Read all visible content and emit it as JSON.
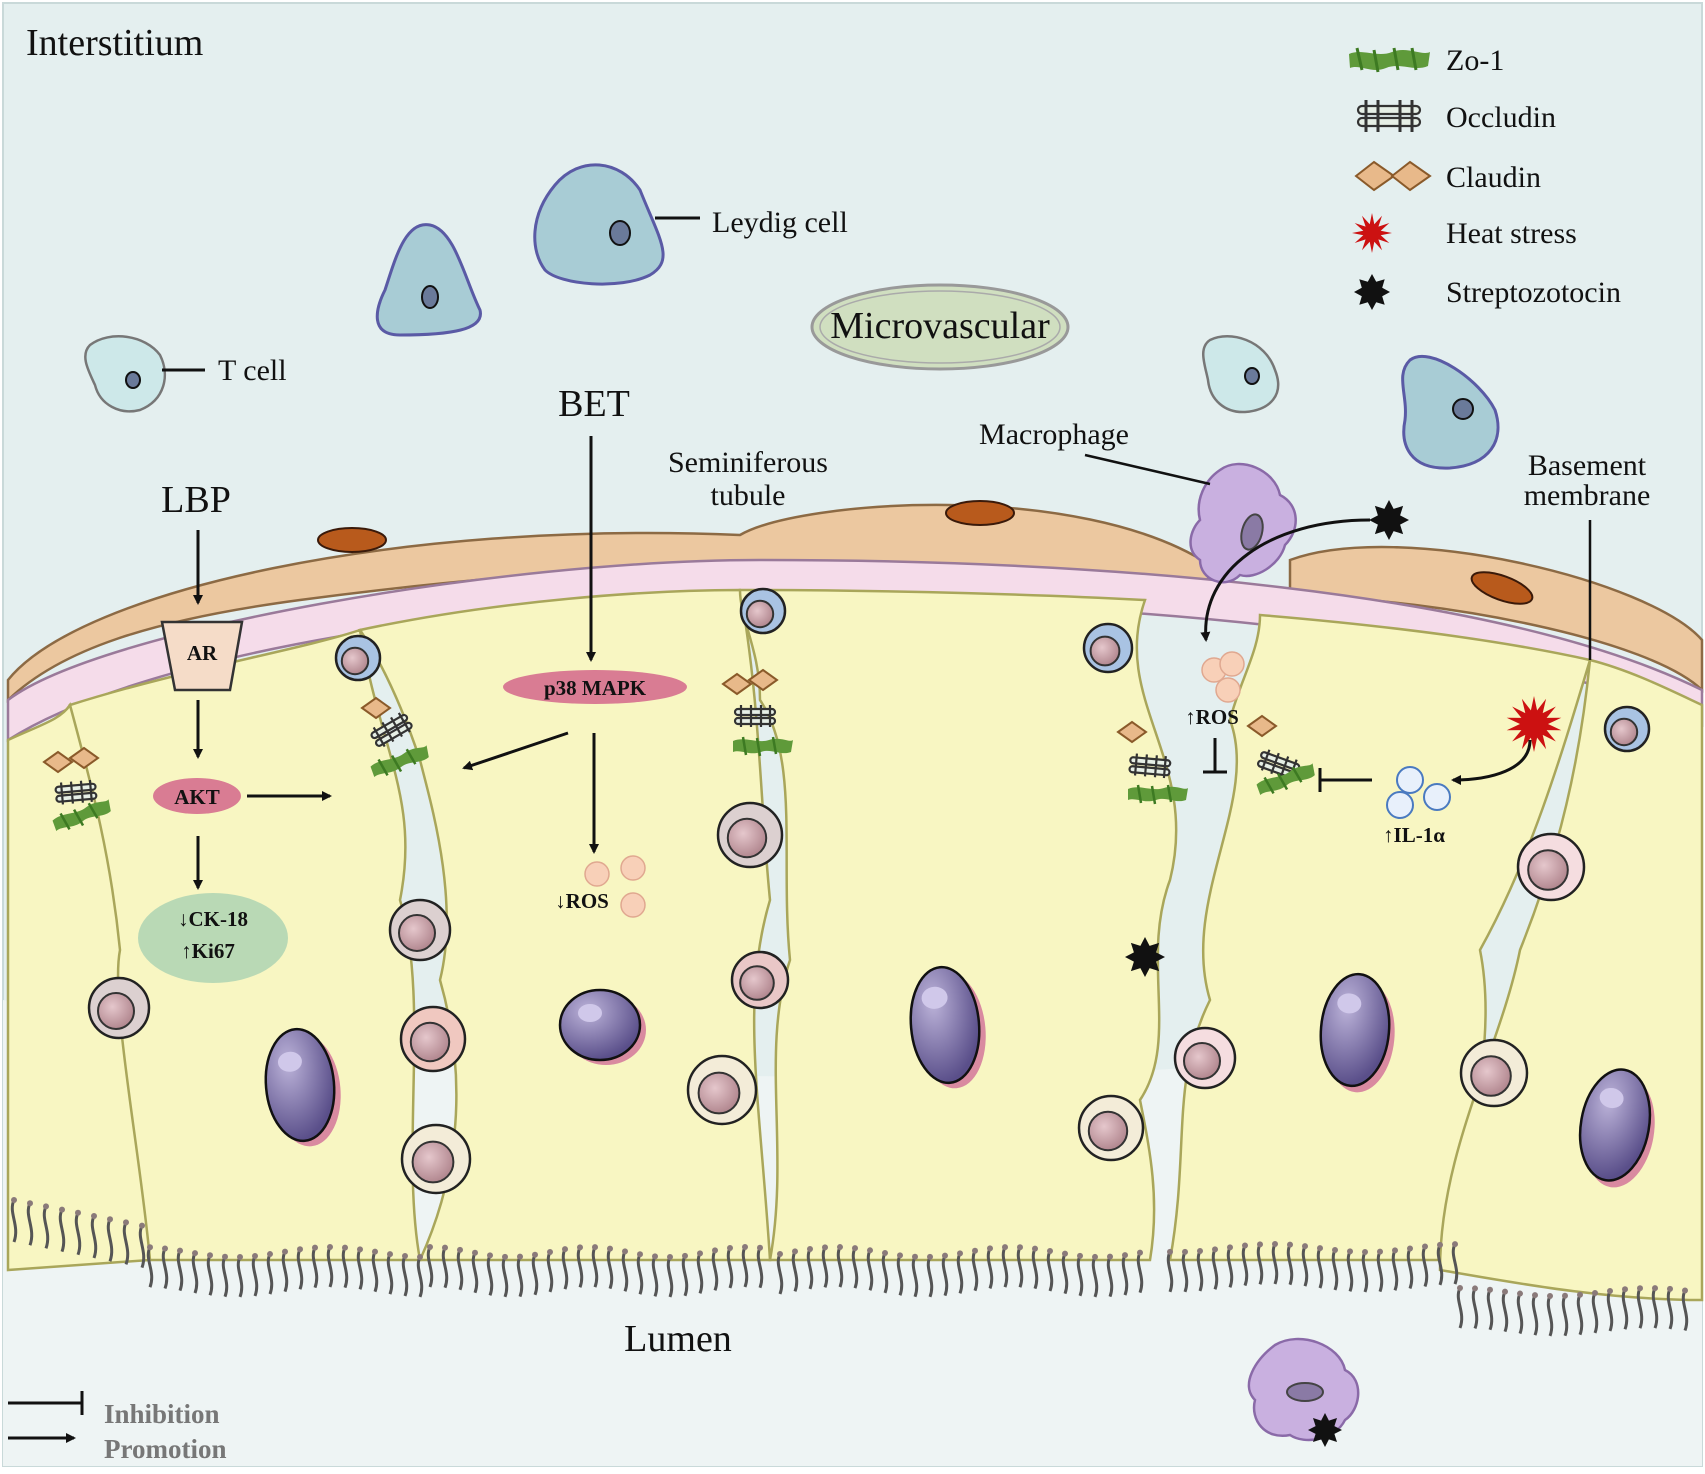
{
  "labels": {
    "interstitium": "Interstitium",
    "leydig_cell": "Leydig cell",
    "t_cell": "T cell",
    "microvascular": "Microvascular",
    "bet": "BET",
    "lbp": "LBP",
    "seminiferous_tubule_line1": "Seminiferous",
    "seminiferous_tubule_line2": "tubule",
    "macrophage": "Macrophage",
    "basement_membrane_line1": "Basement",
    "basement_membrane_line2": "membrane",
    "ar": "AR",
    "akt": "AKT",
    "p38_mapk": "p38 MAPK",
    "ck18": "↓CK-18",
    "ki67": "↑Ki67",
    "ros_down": "↓ROS",
    "ros_up": "↑ROS",
    "il1a": "↑IL-1α",
    "lumen": "Lumen"
  },
  "legend": [
    {
      "label": "Zo-1",
      "icon": "zo1-icon",
      "color": "#5f9a3a"
    },
    {
      "label": "Occludin",
      "icon": "occludin-icon",
      "color": "#d9e6d9"
    },
    {
      "label": "Claudin",
      "icon": "claudin-icon",
      "color": "#e8b98a"
    },
    {
      "label": "Heat stress",
      "icon": "heat-stress-icon",
      "color": "#cc1111"
    },
    {
      "label": "Streptozotocin",
      "icon": "streptozotocin-icon",
      "color": "#111111"
    }
  ],
  "key": {
    "inhibition": "Inhibition",
    "promotion": "Promotion"
  },
  "colors": {
    "interstitium": "#e4efef",
    "myoid": "#ecc8a0",
    "basement": "#f5dcea",
    "sertoli": "#f8f6c2",
    "ar_box": "#f5dcc8",
    "akt": "#d97c93",
    "ck_ki": "#b9d9b5",
    "macrophage": "#c9b0e0",
    "leydig": "#a8ccd5"
  }
}
